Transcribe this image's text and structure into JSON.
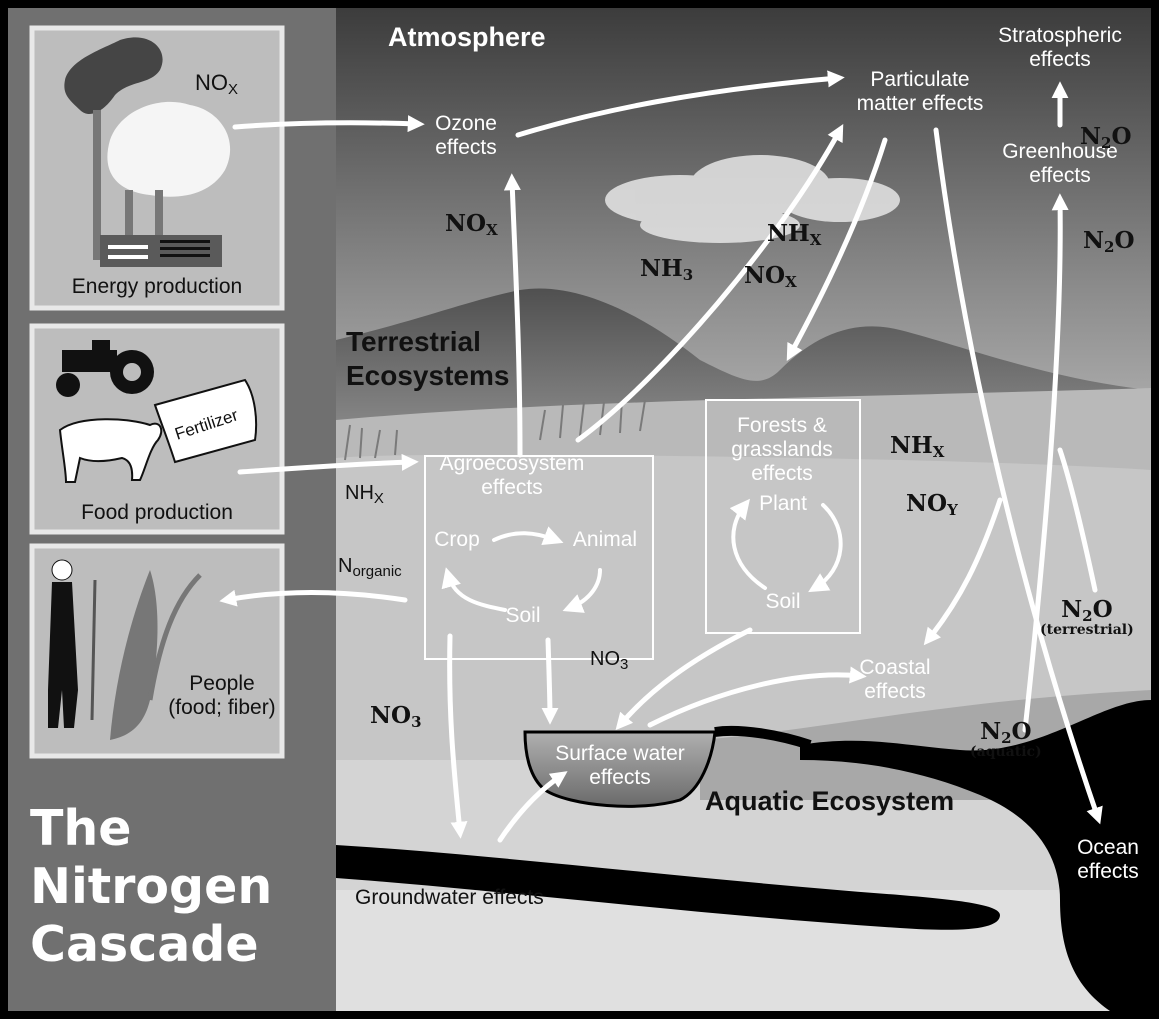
{
  "title": [
    "The",
    "Nitrogen",
    "Cascade"
  ],
  "regions": {
    "atmosphere": "Atmosphere",
    "terrestrial_1": "Terrestrial",
    "terrestrial_2": "Ecosystems",
    "aquatic": "Aquatic Ecosystem"
  },
  "sources": {
    "energy": {
      "caption": "Energy production",
      "nox_label": "NO",
      "nox_sub": "X"
    },
    "food": {
      "caption": "Food production",
      "fertilizer": "Fertilizer"
    },
    "people": {
      "caption_1": "People",
      "caption_2": "(food; fiber)"
    }
  },
  "effects": {
    "ozone_1": "Ozone",
    "ozone_2": "effects",
    "particulate_1": "Particulate",
    "particulate_2": "matter effects",
    "stratospheric_1": "Stratospheric",
    "stratospheric_2": "effects",
    "greenhouse_1": "Greenhouse",
    "greenhouse_2": "effects",
    "agro_1": "Agroecosystem",
    "agro_2": "effects",
    "crop": "Crop",
    "animal": "Animal",
    "agro_soil": "Soil",
    "forest_1": "Forests &",
    "forest_2": "grasslands",
    "forest_3": "effects",
    "plant": "Plant",
    "forest_soil": "Soil",
    "coastal_1": "Coastal",
    "coastal_2": "effects",
    "surface_1": "Surface water",
    "surface_2": "effects",
    "groundwater": "Groundwater effects",
    "ocean_1": "Ocean",
    "ocean_2": "effects"
  },
  "species": {
    "nox_up": {
      "base": "NO",
      "sub": "X"
    },
    "nh3": {
      "base": "NH",
      "sub": "3"
    },
    "nhx_mid": {
      "base": "NH",
      "sub": "X"
    },
    "nox_mid": {
      "base": "NO",
      "sub": "X"
    },
    "n2o_top": {
      "base": "N",
      "sub": "2",
      "tail": "O"
    },
    "n2o_right": {
      "base": "N",
      "sub": "2",
      "tail": "O"
    },
    "nhx_right": {
      "base": "NH",
      "sub": "X"
    },
    "noy_right": {
      "base": "NO",
      "sub": "Y"
    },
    "n2o_terr": {
      "base": "N",
      "sub": "2",
      "tail": "O",
      "note": "(terrestrial)"
    },
    "n2o_aq": {
      "base": "N",
      "sub": "2",
      "tail": "O",
      "note": "(aquatic)"
    },
    "nhx_food": {
      "base": "NH",
      "sub": "X"
    },
    "norganic": {
      "base": "N",
      "sub": "organic"
    },
    "no3_box": {
      "base": "NO",
      "sub": "3"
    },
    "no3_left": {
      "base": "NO",
      "sub": "3"
    }
  },
  "colors": {
    "frame": "#000000",
    "left_panel": "#6e6e6e",
    "sky_top": "#4a4a4a",
    "sky_bottom": "#bdbdbd",
    "land": "#c8c8c8",
    "water": "#9a9a9a",
    "arrows": "#ffffff"
  }
}
